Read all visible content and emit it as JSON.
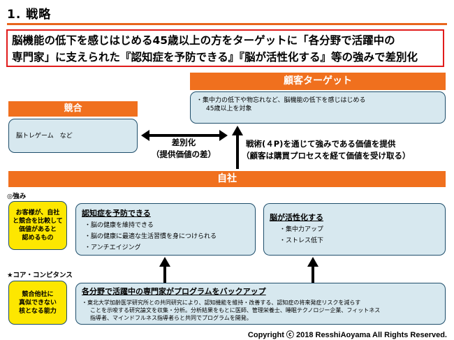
{
  "title": "1. 戦略",
  "headline": {
    "line1": "脳機能の低下を感じはじめる45歳以上の方をターゲットに「各分野で活躍中の",
    "line2": "専門家」に支えられた『認知症を予防できる』『脳が活性化する』等の強みで差別化"
  },
  "target": {
    "bar_label": "顧客ターゲット",
    "text_line1": "・集中力の低下や物忘れなど、脳機能の低下を感じはじめる",
    "text_line2": "45歳以上を対象"
  },
  "competition": {
    "bar_label": "競合",
    "box_text": "脳トレゲーム　など"
  },
  "differentiation": {
    "line1": "差別化",
    "line2": "（提供価値の差）"
  },
  "technique": {
    "line1": "戦術(４P)を通じて強みである価値を提供",
    "line2": "（顧客は購買プロセスを経て価値を受け取る）"
  },
  "company": {
    "bar_label": "自社"
  },
  "strengths": {
    "section_label": "◎強み",
    "side_box": [
      "お客様が、自社",
      "と競合を比較して",
      "価値があると",
      "認めるもの"
    ],
    "dementia": {
      "title": "認知症を予防できる",
      "items": [
        "・脳の健康を維持できる",
        "・脳の健康に最適な生活習慣を身につけられる",
        "・アンチエイジング"
      ]
    },
    "activation": {
      "title": "脳が活性化する",
      "items": [
        "・集中力アップ",
        "・ストレス低下"
      ]
    }
  },
  "core": {
    "section_label": "★コア・コンピタンス",
    "side_box": [
      "競合他社に",
      "真似できない",
      "核となる能力"
    ],
    "title": "各分野で活躍中の専門家がプログラムをバックアップ",
    "line1": "・東北大学加齢医学研究所との共同研究により、認知機能を維持・改善する、認知症の将来発症リスクを減らす",
    "line2": "ことを示唆する研究論文を収集・分析。分析結果をもとに医師、管理栄養士、睡眠テクノロジー企業、フィットネス",
    "line3": "指導者、マインドフルネス指導者らと共同でプログラムを開発。"
  },
  "copyright": "Copyright ⓒ 2018 ResshiAoyama All Rights Reserved.",
  "colors": {
    "accent": "#f0701e",
    "box_fill": "#d7e8ef",
    "yellow": "#fde700",
    "headline_border": "#e11b1b"
  }
}
